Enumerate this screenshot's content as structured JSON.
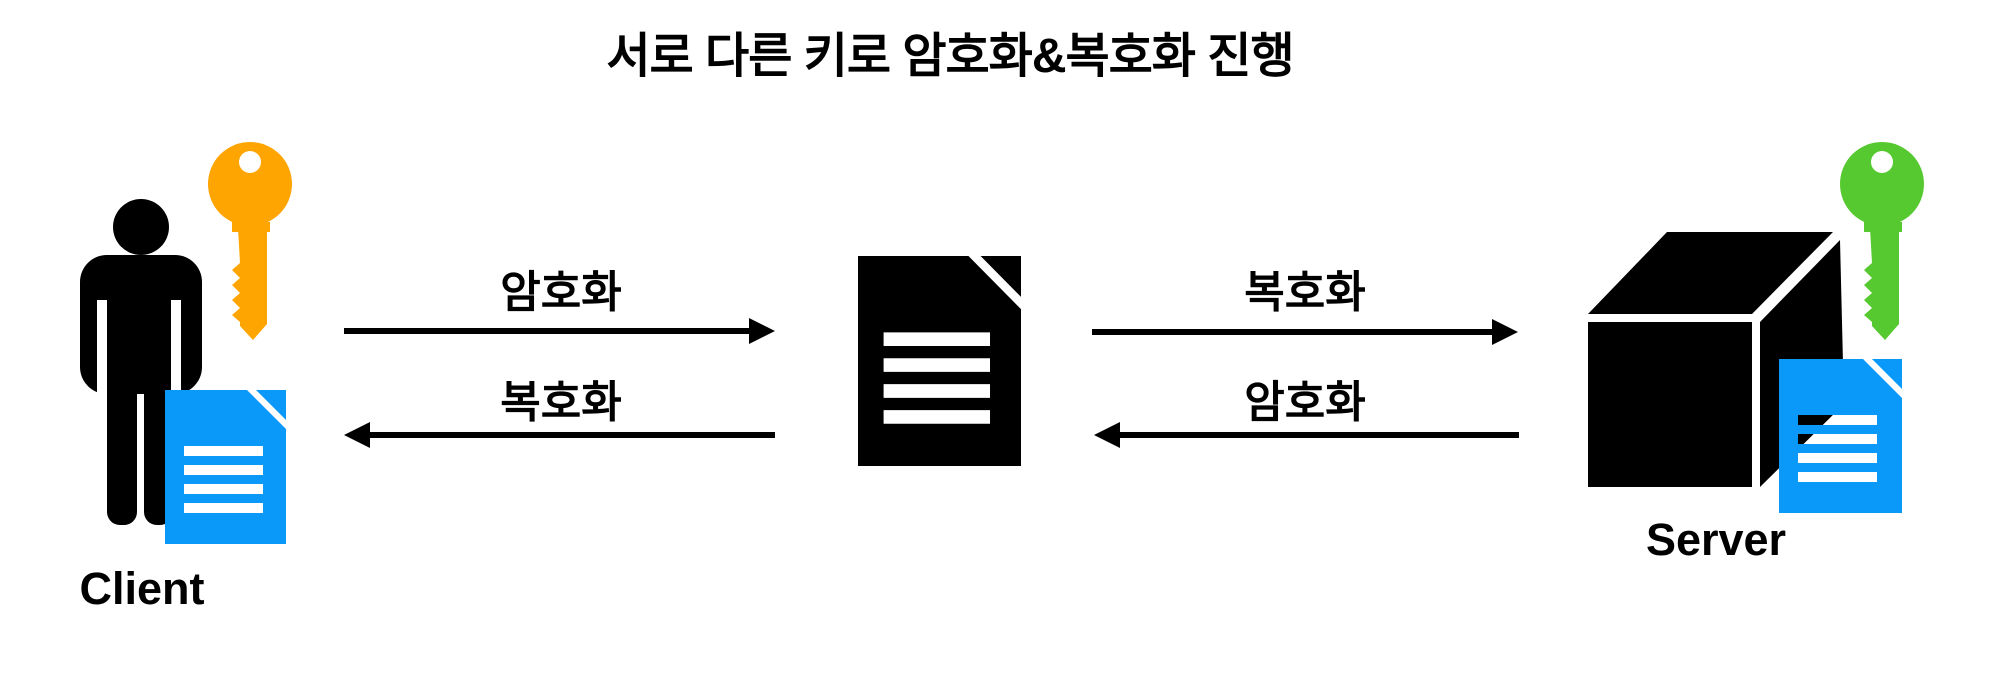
{
  "title": "서로 다른 키로 암호화&복호화 진행",
  "client": {
    "label": "Client",
    "icons": [
      "person-icon",
      "key-icon",
      "document-icon"
    ]
  },
  "server": {
    "label": "Server",
    "icons": [
      "cube-icon",
      "key-icon",
      "document-icon"
    ]
  },
  "middle": {
    "icon": "document-icon"
  },
  "flows": {
    "client_to_doc": {
      "label": "암호화",
      "direction": "right"
    },
    "doc_to_client": {
      "label": "복호화",
      "direction": "left"
    },
    "doc_to_server": {
      "label": "복호화",
      "direction": "right"
    },
    "server_to_doc": {
      "label": "암호화",
      "direction": "left"
    }
  },
  "colors": {
    "icon_black": "#000000",
    "client_key_orange": "#FFA502",
    "server_key_green": "#55C92F",
    "document_blue": "#0A99F8",
    "paper_white": "#FFFFFF"
  }
}
